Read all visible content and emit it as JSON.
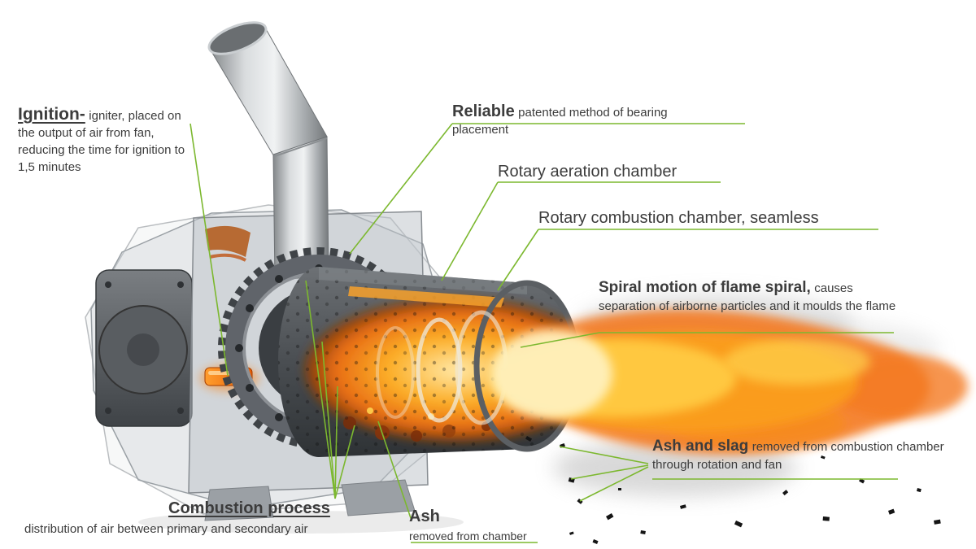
{
  "colors": {
    "accent_green": "#7cb82f",
    "text": "#3c3c3c",
    "flame_orange": "#f68b1f"
  },
  "labels": {
    "ignition": {
      "title": "Ignition-",
      "body": "igniter, placed on the output of air from fan, reducing the time for ignition to 1,5 minutes"
    },
    "reliable": {
      "title": "Reliable",
      "body": "patented method of bearing placement"
    },
    "aeration": {
      "title": "Rotary aeration chamber"
    },
    "combustion_chamber": {
      "title": "Rotary combustion chamber, seamless"
    },
    "spiral": {
      "title": "Spiral motion of flame spiral,",
      "body": "causes separation of airborne particles and it moulds the flame"
    },
    "ash_slag": {
      "title": "Ash and slag",
      "body": "removed from combustion chamber through rotation and fan"
    },
    "combustion_process": {
      "title": "Combustion process",
      "body": "distribution of air between primary and secondary air"
    },
    "ash": {
      "title": "Ash",
      "body": "removed from chamber"
    }
  }
}
